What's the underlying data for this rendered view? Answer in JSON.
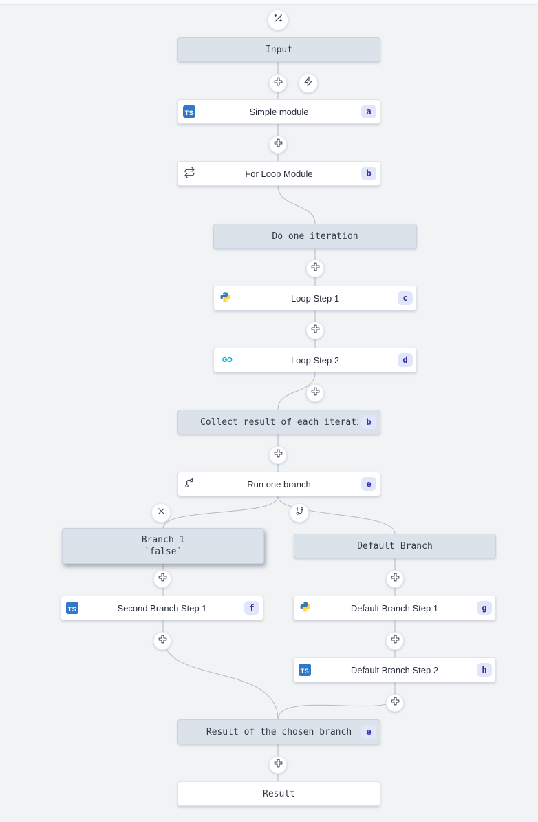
{
  "flow": {
    "nodes": {
      "input": {
        "label": "Input"
      },
      "simple_module": {
        "label": "Simple module",
        "badge": "a",
        "language": "typescript"
      },
      "for_loop": {
        "label": "For Loop Module",
        "badge": "b"
      },
      "do_one_iteration": {
        "label": "Do one iteration"
      },
      "loop_step_1": {
        "label": "Loop Step 1",
        "badge": "c",
        "language": "python"
      },
      "loop_step_2": {
        "label": "Loop Step 2",
        "badge": "d",
        "language": "go"
      },
      "collect_result": {
        "label": "Collect result of each iteration",
        "badge": "b"
      },
      "run_one_branch": {
        "label": "Run one branch",
        "badge": "e"
      },
      "branch_1": {
        "label": "Branch 1",
        "sublabel": "`false`"
      },
      "default_branch": {
        "label": "Default Branch"
      },
      "second_branch_step_1": {
        "label": "Second Branch Step 1",
        "badge": "f",
        "language": "typescript"
      },
      "default_branch_step_1": {
        "label": "Default Branch Step 1",
        "badge": "g",
        "language": "python"
      },
      "default_branch_step_2": {
        "label": "Default Branch Step 2",
        "badge": "h",
        "language": "typescript"
      }
    },
    "result_of_chosen_branch": {
      "label": "Result of the chosen branch",
      "badge": "e"
    },
    "result": {
      "label": "Result"
    }
  },
  "icons": {
    "ts_logo_text": "TS",
    "go_logo_text": "GO",
    "wand": "ai-wand-icon",
    "zap": "trigger-zap-icon",
    "plus": "insert-step-plus-icon",
    "close": "remove-branch-x-icon",
    "add_branch": "add-branch-icon",
    "repeat": "for-loop-repeat-icon",
    "git_branch": "branch-icon",
    "python": "python-logo-icon"
  },
  "colors": {
    "canvas_bg": "#f1f3f5",
    "virtual_node_bg": "#dbe2ea",
    "badge_bg": "#e2e6fb",
    "badge_text": "#3730a3",
    "connector": "#b4bac4",
    "ts_blue": "#3178c6",
    "go_cyan": "#00acd7",
    "python_blue": "#3776ab",
    "python_yellow": "#ffd43b"
  }
}
